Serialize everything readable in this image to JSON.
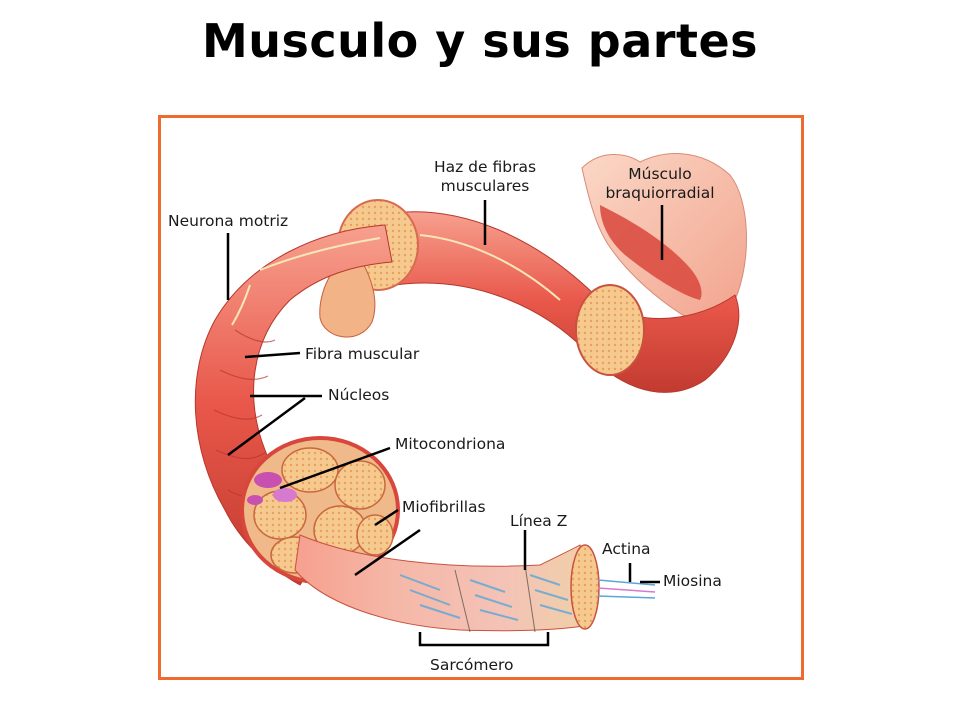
{
  "title": "Musculo y sus partes",
  "labels": {
    "neurona_motriz": "Neurona motriz",
    "haz_de_fibras_line1": "Haz de fibras",
    "haz_de_fibras_line2": "musculares",
    "musculo_line1": "Músculo",
    "musculo_line2": "braquiorradial",
    "fibra_muscular": "Fibra muscular",
    "nucleos": "Núcleos",
    "mitocondriona": "Mitocondriona",
    "miofibrillas": "Miofibrillas",
    "linea_z": "Línea Z",
    "actina": "Actina",
    "miosina": "Miosina",
    "sarcomero": "Sarcómero"
  },
  "colors": {
    "frame": "#ef6a2e",
    "muscle": "#e8574a",
    "muscle_light": "#f7a08e",
    "bundle": "#f6c98f",
    "nucleus": "#c850b0",
    "myofibril_blue": "#5aa7d8"
  }
}
